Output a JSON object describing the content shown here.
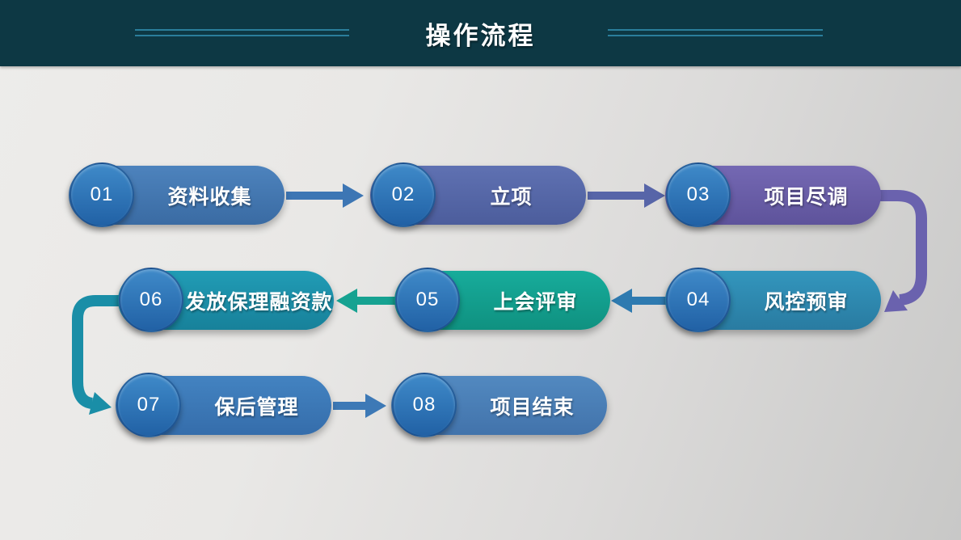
{
  "slide": {
    "title": "操作流程"
  },
  "palette": {
    "header_bg": "#0d3844",
    "accent_line": "#2a7e9b",
    "background_from": "#edecea",
    "background_to": "#c8c8c7",
    "badge_top": "#3f8ac9",
    "badge_bottom": "#2161a5",
    "text_color": "#ffffff"
  },
  "steps": [
    {
      "num": "01",
      "label": "资料收集",
      "color": "#4478b4"
    },
    {
      "num": "02",
      "label": "立项",
      "color": "#5667a8"
    },
    {
      "num": "03",
      "label": "项目尽调",
      "color": "#6b5ea9"
    },
    {
      "num": "04",
      "label": "风控预审",
      "color": "#2e8ab0"
    },
    {
      "num": "05",
      "label": "上会评审",
      "color": "#13a190"
    },
    {
      "num": "06",
      "label": "发放保理融资款",
      "color": "#1c8fa8"
    },
    {
      "num": "07",
      "label": "保后管理",
      "color": "#3b79b6"
    },
    {
      "num": "08",
      "label": "项目结束",
      "color": "#4a7fb5"
    }
  ],
  "arrows": {
    "a12": {
      "from": "01",
      "to": "02",
      "shape": "straight-right",
      "color": "#3d76b4"
    },
    "a23": {
      "from": "02",
      "to": "03",
      "shape": "straight-right",
      "color": "#5765a8"
    },
    "a34": {
      "from": "03",
      "to": "04",
      "shape": "curve-right-down",
      "color": "#6a62ae"
    },
    "a45": {
      "from": "04",
      "to": "05",
      "shape": "straight-left",
      "color": "#2e7ab0"
    },
    "a56": {
      "from": "05",
      "to": "06",
      "shape": "straight-left",
      "color": "#16a291"
    },
    "a67": {
      "from": "06",
      "to": "07",
      "shape": "curve-left-down",
      "color": "#1a8ea7"
    },
    "a78": {
      "from": "07",
      "to": "08",
      "shape": "straight-right",
      "color": "#3d79b6"
    }
  }
}
